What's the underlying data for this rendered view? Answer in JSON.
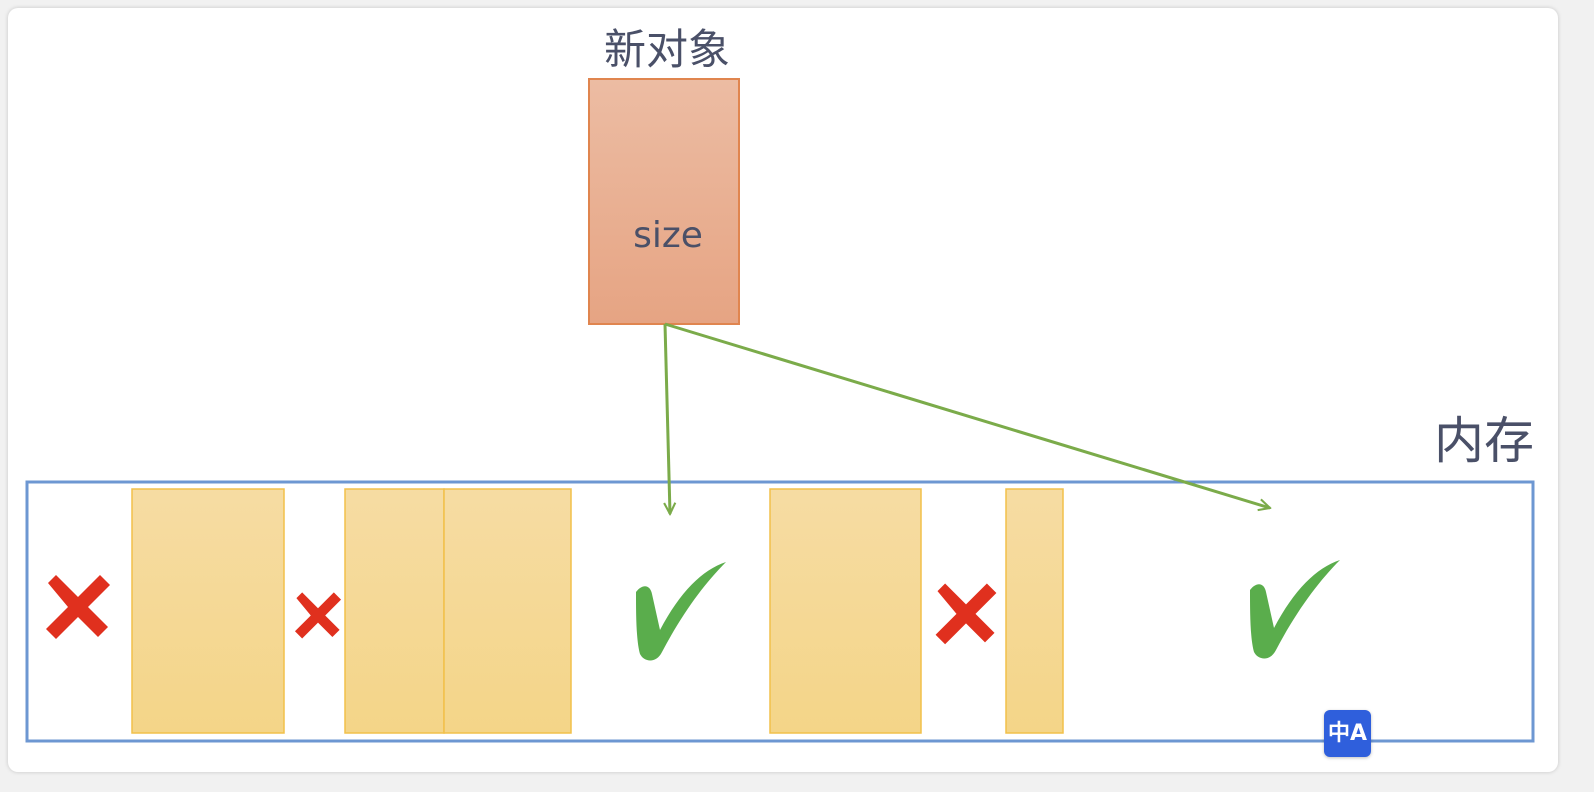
{
  "labels": {
    "new_object": "新对象",
    "size": "size",
    "memory": "内存"
  },
  "colors": {
    "object_fill_top": "#ecbca3",
    "object_fill_bottom": "#e6a483",
    "object_stroke": "#e0854f",
    "block_fill_top": "#f6dca3",
    "block_fill_bottom": "#f4d588",
    "block_stroke": "#f2c04a",
    "memory_border": "#6d97d2",
    "arrow": "#7bab4a",
    "check": "#5aad4c",
    "cross": "#e0301e",
    "label_text": "#4a5068",
    "translate_bg": "#2f5fdc"
  },
  "icons": {
    "cross": "cross-icon",
    "check": "check-icon",
    "translate": "translate-icon"
  },
  "translate_button": {
    "glyph": "中A"
  }
}
